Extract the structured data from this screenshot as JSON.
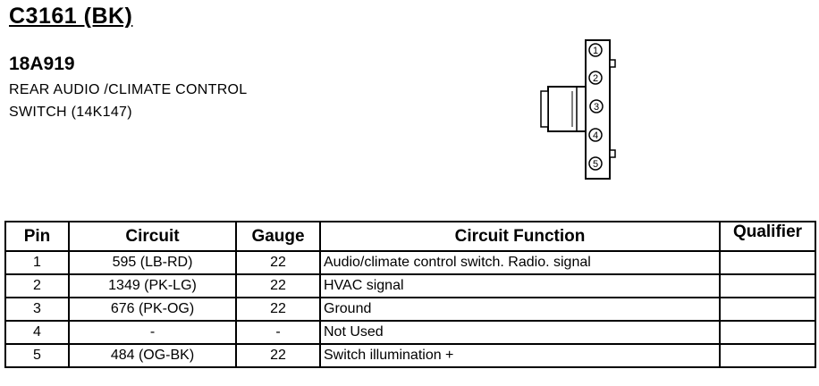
{
  "header": {
    "connector_id": "C3161 (BK)",
    "part_number": "18A919",
    "description_line1": "REAR AUDIO /CLIMATE CONTROL",
    "description_line2": "SWITCH (14K147)"
  },
  "diagram": {
    "pin_labels": [
      "1",
      "2",
      "3",
      "4",
      "5"
    ]
  },
  "table": {
    "columns": [
      "Pin",
      "Circuit",
      "Gauge",
      "Circuit Function",
      "Qualifier"
    ],
    "rows": [
      {
        "pin": "1",
        "circuit": "595 (LB-RD)",
        "gauge": "22",
        "function": "Audio/climate control switch. Radio. signal",
        "qualifier": ""
      },
      {
        "pin": "2",
        "circuit": "1349 (PK-LG)",
        "gauge": "22",
        "function": "HVAC signal",
        "qualifier": ""
      },
      {
        "pin": "3",
        "circuit": "676 (PK-OG)",
        "gauge": "22",
        "function": "Ground",
        "qualifier": ""
      },
      {
        "pin": "4",
        "circuit": "-",
        "gauge": "-",
        "function": "Not Used",
        "qualifier": ""
      },
      {
        "pin": "5",
        "circuit": "484 (OG-BK)",
        "gauge": "22",
        "function": "Switch illumination +",
        "qualifier": ""
      }
    ]
  }
}
